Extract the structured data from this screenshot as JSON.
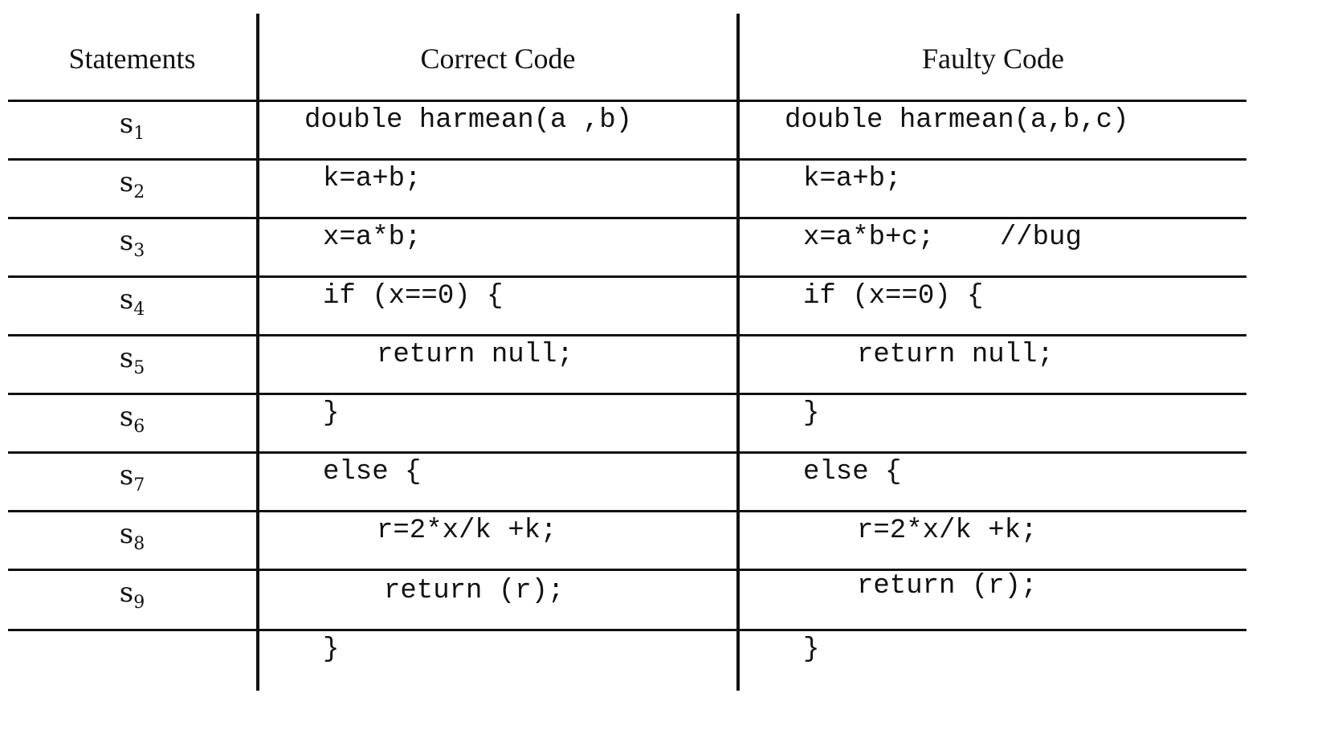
{
  "headers": {
    "statements": "Statements",
    "correct": "Correct Code",
    "faulty": "Faulty Code"
  },
  "rows": [
    {
      "stmt": "s",
      "sub": "1",
      "correct": "double harmean(a ,b)",
      "faulty": "double harmean(a,b,c)"
    },
    {
      "stmt": "s",
      "sub": "2",
      "correct": "k=a+b;",
      "faulty": "k=a+b;"
    },
    {
      "stmt": "s",
      "sub": "3",
      "correct": "x=a*b;",
      "faulty": "x=a*b+c;    //bug"
    },
    {
      "stmt": "s",
      "sub": "4",
      "correct": "if (x==0) {",
      "faulty": "if (x==0) {"
    },
    {
      "stmt": "s",
      "sub": "5",
      "correct": "return null;",
      "faulty": "return null;"
    },
    {
      "stmt": "s",
      "sub": "6",
      "correct": "}",
      "faulty": "}"
    },
    {
      "stmt": "s",
      "sub": "7",
      "correct": "else {",
      "faulty": "else {"
    },
    {
      "stmt": "s",
      "sub": "8",
      "correct": "r=2*x/k +k;",
      "faulty": "r=2*x/k +k;"
    },
    {
      "stmt": "s",
      "sub": "9",
      "correct": "return (r);",
      "faulty": "return (r);"
    },
    {
      "stmt": "",
      "sub": "",
      "correct": "}",
      "faulty": "}"
    }
  ]
}
